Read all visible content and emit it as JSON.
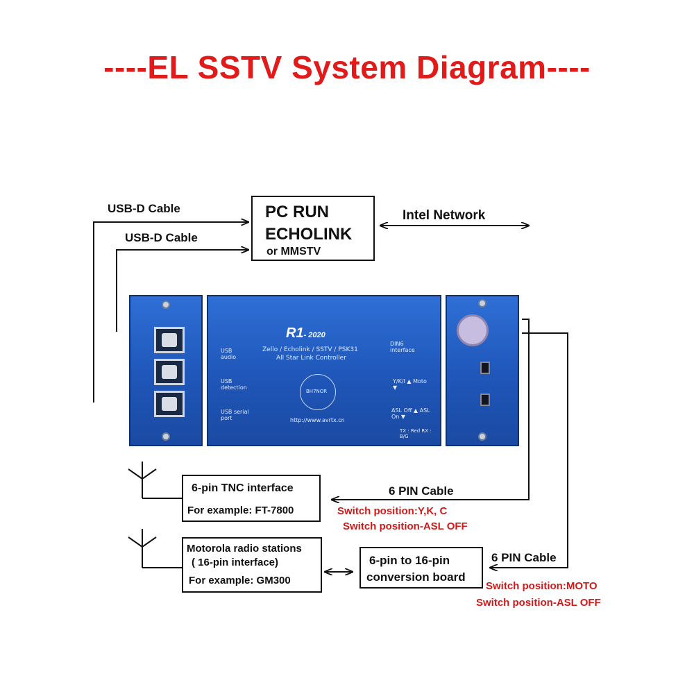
{
  "title": "----EL SSTV System Diagram----",
  "pc_box": {
    "line1": "PC RUN",
    "line2": "ECHOLINK",
    "line3": "or MMSTV"
  },
  "labels": {
    "usb_cable_1": "USB-D Cable",
    "usb_cable_2": "USB-D Cable",
    "intel_network": "Intel Network",
    "six_pin_cable_1": "6 PIN Cable",
    "six_pin_cable_2": "6 PIN Cable"
  },
  "device": {
    "model": "R1",
    "year": "- 2020",
    "subtitle": "Zello / Echolink / SSTV / PSK31",
    "subtitle2": "All Star Link  Controller",
    "usb_audio": "USB audio",
    "usb_detection": "USB detection",
    "usb_serial": "USB serial port",
    "din6": "DIN6 interface",
    "ykl_moto": "Y/K/I ▲  Moto ▼",
    "asl": "ASL Off ▲  ASL On ▼",
    "txrx": "TX : Red  RX : B/G",
    "url": "http://www.avrtx.cn",
    "seal": "BH7NOR"
  },
  "tnc_box": {
    "line1": "6-pin TNC interface",
    "line2": "For example: FT-7800"
  },
  "tnc_switch": {
    "line1": "Switch position:Y,K, C",
    "line2": "Switch position-ASL OFF"
  },
  "moto_box": {
    "line1": "Motorola radio stations",
    "line2": "( 16-pin interface)",
    "line3": "For example: GM300"
  },
  "conv_box": {
    "line1": "6-pin to 16-pin",
    "line2": "conversion board"
  },
  "moto_switch": {
    "line1": "Switch position:MOTO",
    "line2": "Switch position-ASL OFF"
  },
  "colors": {
    "title": "#e11a1a",
    "switch_text": "#d01a1a",
    "panel": "#1f56b8"
  }
}
